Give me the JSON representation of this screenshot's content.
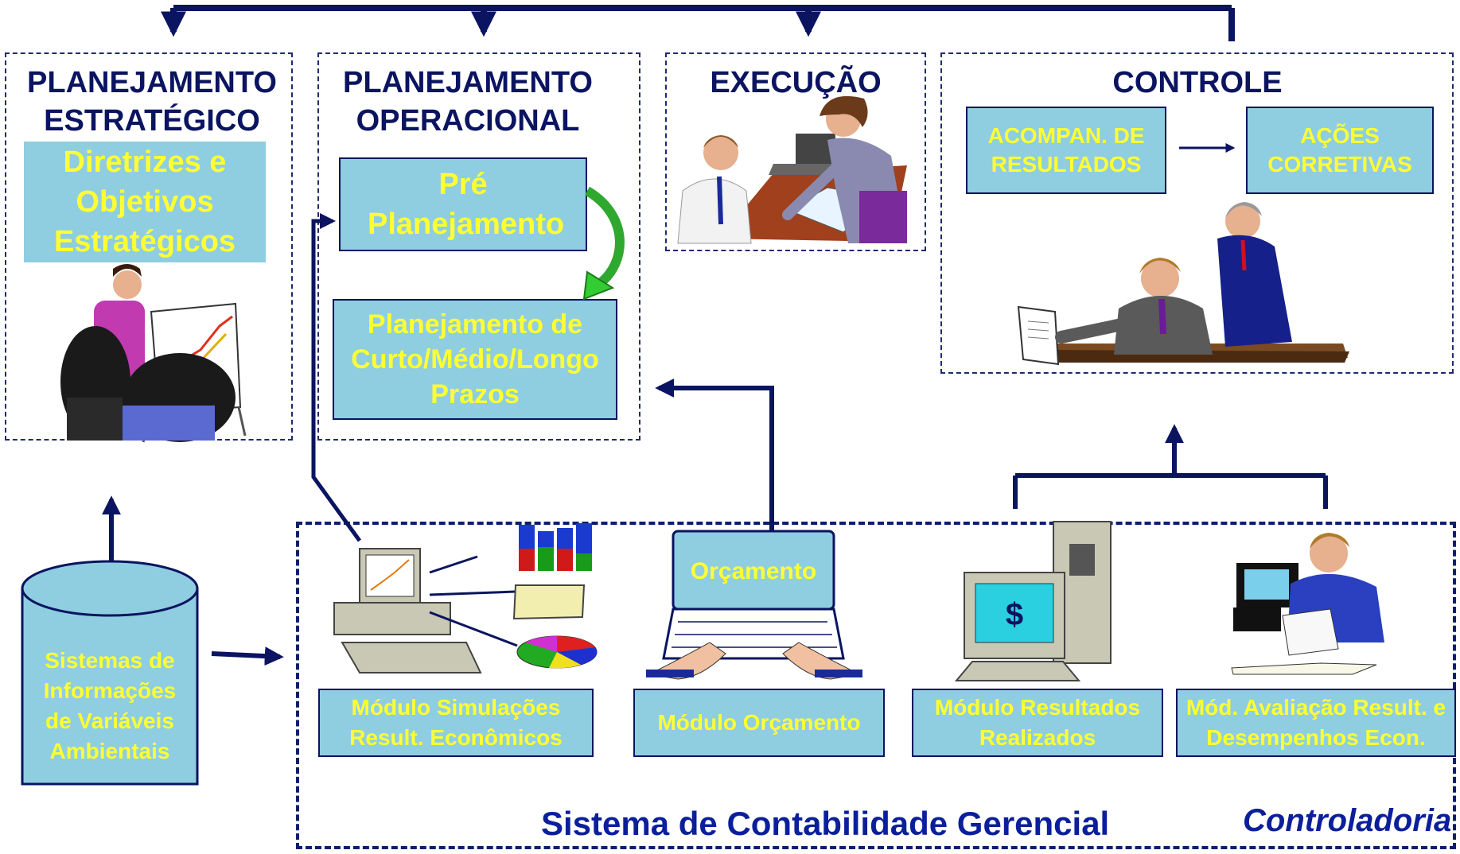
{
  "colors": {
    "navy": "#0b1460",
    "box_fill": "#8fcde0",
    "box_text": "#ffff33",
    "arrow": "#0b1460"
  },
  "sections": {
    "planejamento_estrategico": {
      "title": "PLANEJAMENTO ESTRATÉGICO",
      "box": "Diretrizes e Objetivos Estratégicos"
    },
    "planejamento_operacional": {
      "title": "PLANEJAMENTO OPERACIONAL",
      "pre": "Pré Planejamento",
      "prazos": "Planejamento de Curto/Médio/Longo Prazos"
    },
    "execucao": {
      "title": "EXECUÇÃO"
    },
    "controle": {
      "title": "CONTROLE",
      "acompan": "ACOMPAN. DE RESULTADOS",
      "acoes": "AÇÕES CORRETIVAS"
    }
  },
  "database": {
    "label": "Sistemas de Informações de Variáveis Ambientais"
  },
  "modules": [
    {
      "label": "Módulo Simulações Result. Econômicos"
    },
    {
      "label": "Módulo Orçamento"
    },
    {
      "label": "Módulo Resultados Realizados"
    },
    {
      "label": "Mód. Avaliação Result. e Desempenhos Econ."
    }
  ],
  "screen_label": "Orçamento",
  "footer": {
    "title": "Sistema de Contabilidade Gerencial",
    "brand": "Controladoria"
  }
}
